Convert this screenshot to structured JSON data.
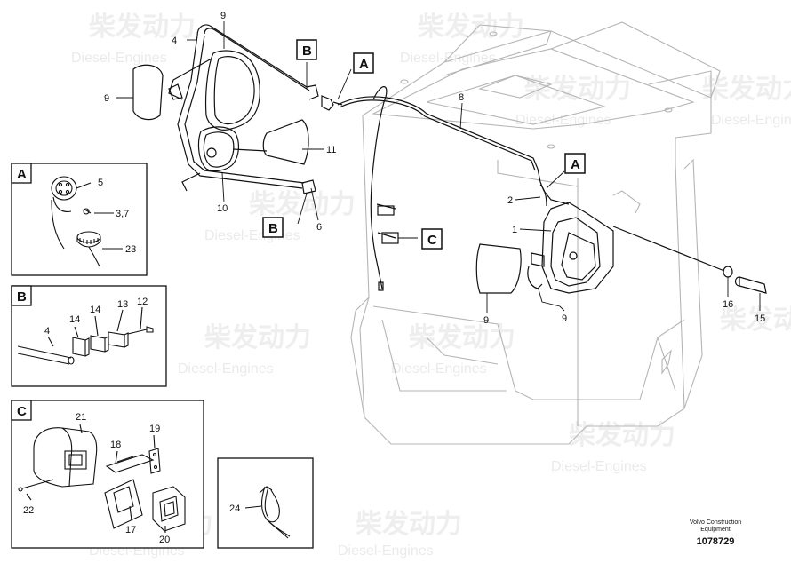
{
  "watermark": {
    "brand_cn": "柴发动力",
    "brand_en": "Diesel-Engines"
  },
  "callouts": {
    "c4": "4",
    "c9_top": "9",
    "c9_left": "9",
    "c10": "10",
    "c11": "11",
    "c6": "6",
    "c8": "8",
    "c2": "2",
    "c1": "1",
    "c9_mid": "9",
    "c9_right": "9",
    "c16": "16",
    "c15": "15"
  },
  "section_refs": {
    "b_top": "B",
    "a_top": "A",
    "b_low": "B",
    "a_right": "A",
    "c_mid": "C"
  },
  "inset_a": {
    "letter": "A",
    "labels": {
      "l5": "5",
      "l37": "3,7",
      "l23": "23"
    }
  },
  "inset_b": {
    "letter": "B",
    "labels": {
      "l4": "4",
      "l14a": "14",
      "l14b": "14",
      "l13": "13",
      "l12": "12"
    }
  },
  "inset_c": {
    "letter": "C",
    "labels": {
      "l21": "21",
      "l19": "19",
      "l18": "18",
      "l22": "22",
      "l17": "17",
      "l20": "20"
    }
  },
  "inset_d": {
    "labels": {
      "l24": "24"
    }
  },
  "footer": {
    "company": "Volvo Construction Equipment",
    "part_number": "1078729"
  }
}
